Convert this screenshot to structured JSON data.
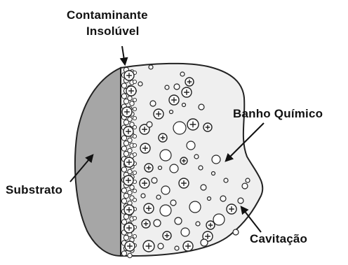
{
  "labels": {
    "contaminant_line1": "Contaminante",
    "contaminant_line2": "Insolúvel",
    "bath": "Banho Químico",
    "substrate": "Substrato",
    "cavitation": "Cavitação"
  },
  "colors": {
    "substrate": "#a6a6a6",
    "bath": "#efefef",
    "outline": "#222222",
    "bubble_fill": "#ffffff",
    "arrow": "#111111"
  },
  "icons": {
    "bubble_plus": "circle-plus-icon",
    "bubble_plain": "circle-icon"
  }
}
